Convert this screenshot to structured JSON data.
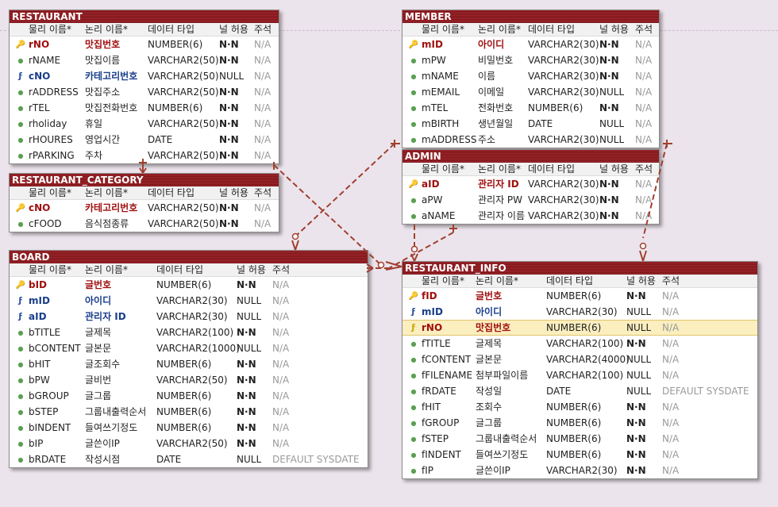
{
  "header_labels": {
    "physical": "물리 이름*",
    "logical": "논리 이름*",
    "type": "데이터 타입",
    "nullable": "널 허용",
    "comment": "주석"
  },
  "tables": [
    {
      "id": "restaurant",
      "name": "RESTAURANT",
      "rows": [
        [
          "pk",
          "rNO",
          "맛집번호",
          "NUMBER(6)",
          "N·N",
          "N/A"
        ],
        [
          "col",
          "rNAME",
          "맛집이름",
          "VARCHAR2(50)",
          "N·N",
          "N/A"
        ],
        [
          "fk",
          "cNO",
          "카테고리번호",
          "VARCHAR2(50)",
          "NULL",
          "N/A"
        ],
        [
          "col",
          "rADDRESS",
          "맛집주소",
          "VARCHAR2(50)",
          "N·N",
          "N/A"
        ],
        [
          "col",
          "rTEL",
          "맛집전화번호",
          "NUMBER(6)",
          "N·N",
          "N/A"
        ],
        [
          "col",
          "rholiday",
          "휴일",
          "VARCHAR2(50)",
          "N·N",
          "N/A"
        ],
        [
          "col",
          "rHOURES",
          "영업시간",
          "DATE",
          "N·N",
          "N/A"
        ],
        [
          "col",
          "rPARKING",
          "주차",
          "VARCHAR2(50)",
          "N·N",
          "N/A"
        ]
      ]
    },
    {
      "id": "restaurant-category",
      "name": "RESTAURANT_CATEGORY",
      "rows": [
        [
          "pk",
          "cNO",
          "카테고리번호",
          "VARCHAR2(50)",
          "N·N",
          "N/A"
        ],
        [
          "col",
          "cFOOD",
          "음식점종류",
          "VARCHAR2(50)",
          "N·N",
          "N/A"
        ]
      ]
    },
    {
      "id": "member",
      "name": "MEMBER",
      "rows": [
        [
          "pk",
          "mID",
          "아이디",
          "VARCHAR2(30)",
          "N·N",
          "N/A"
        ],
        [
          "col",
          "mPW",
          "비밀번호",
          "VARCHAR2(30)",
          "N·N",
          "N/A"
        ],
        [
          "col",
          "mNAME",
          "이름",
          "VARCHAR2(30)",
          "N·N",
          "N/A"
        ],
        [
          "col",
          "mEMAIL",
          "이메일",
          "VARCHAR2(30)",
          "NULL",
          "N/A"
        ],
        [
          "col",
          "mTEL",
          "전화번호",
          "NUMBER(6)",
          "N·N",
          "N/A"
        ],
        [
          "col",
          "mBIRTH",
          "생년월일",
          "DATE",
          "NULL",
          "N/A"
        ],
        [
          "col",
          "mADDRESS",
          "주소",
          "VARCHAR2(30)",
          "NULL",
          "N/A"
        ]
      ]
    },
    {
      "id": "admin",
      "name": "ADMIN",
      "rows": [
        [
          "pk",
          "aID",
          "관리자 ID",
          "VARCHAR2(30)",
          "N·N",
          "N/A"
        ],
        [
          "col",
          "aPW",
          "관리자 PW",
          "VARCHAR2(30)",
          "N·N",
          "N/A"
        ],
        [
          "col",
          "aNAME",
          "관리자 이름",
          "VARCHAR2(30)",
          "N·N",
          "N/A"
        ]
      ]
    },
    {
      "id": "board",
      "name": "BOARD",
      "rows": [
        [
          "pk",
          "bID",
          "글번호",
          "NUMBER(6)",
          "N·N",
          "N/A"
        ],
        [
          "fk",
          "mID",
          "아이디",
          "VARCHAR2(30)",
          "NULL",
          "N/A"
        ],
        [
          "fk",
          "aID",
          "관리자 ID",
          "VARCHAR2(30)",
          "NULL",
          "N/A"
        ],
        [
          "col",
          "bTITLE",
          "글제목",
          "VARCHAR2(100)",
          "N·N",
          "N/A"
        ],
        [
          "col",
          "bCONTENT",
          "글본문",
          "VARCHAR2(1000)",
          "NULL",
          "N/A"
        ],
        [
          "col",
          "bHIT",
          "글조회수",
          "NUMBER(6)",
          "N·N",
          "N/A"
        ],
        [
          "col",
          "bPW",
          "글비번",
          "VARCHAR2(50)",
          "N·N",
          "N/A"
        ],
        [
          "col",
          "bGROUP",
          "글그룹",
          "NUMBER(6)",
          "N·N",
          "N/A"
        ],
        [
          "col",
          "bSTEP",
          "그룹내출력순서",
          "NUMBER(6)",
          "N·N",
          "N/A"
        ],
        [
          "col",
          "bINDENT",
          "들여쓰기정도",
          "NUMBER(6)",
          "N·N",
          "N/A"
        ],
        [
          "col",
          "bIP",
          "글쓴이IP",
          "VARCHAR2(50)",
          "N·N",
          "N/A"
        ],
        [
          "col",
          "bRDATE",
          "작성시점",
          "DATE",
          "NULL",
          "DEFAULT SYSDATE"
        ]
      ]
    },
    {
      "id": "restaurant-info",
      "name": "RESTAURANT_INFO",
      "rows": [
        [
          "pk",
          "fID",
          "글번호",
          "NUMBER(6)",
          "N·N",
          "N/A"
        ],
        [
          "fk",
          "mID",
          "아이디",
          "VARCHAR2(30)",
          "NULL",
          "N/A"
        ],
        [
          "pfk",
          "rNO",
          "맛집번호",
          "NUMBER(6)",
          "NULL",
          "N/A"
        ],
        [
          "col",
          "fTITLE",
          "글제목",
          "VARCHAR2(100)",
          "N·N",
          "N/A"
        ],
        [
          "col",
          "fCONTENT",
          "글본문",
          "VARCHAR2(4000)",
          "NULL",
          "N/A"
        ],
        [
          "col",
          "fFILENAME",
          "첨부파일이름",
          "VARCHAR2(100)",
          "NULL",
          "N/A"
        ],
        [
          "col",
          "fRDATE",
          "작성일",
          "DATE",
          "NULL",
          "DEFAULT SYSDATE"
        ],
        [
          "col",
          "fHIT",
          "조회수",
          "NUMBER(6)",
          "N·N",
          "N/A"
        ],
        [
          "col",
          "fGROUP",
          "글그룹",
          "NUMBER(6)",
          "N·N",
          "N/A"
        ],
        [
          "col",
          "fSTEP",
          "그룹내출력순서",
          "NUMBER(6)",
          "N·N",
          "N/A"
        ],
        [
          "col",
          "fINDENT",
          "들여쓰기정도",
          "NUMBER(6)",
          "N·N",
          "N/A"
        ],
        [
          "col",
          "fIP",
          "글쓴이IP",
          "VARCHAR2(30)",
          "N·N",
          "N/A"
        ]
      ]
    }
  ],
  "colors": {
    "relationship": "#a04030",
    "title_bar": "#8a1a1f",
    "selected_row": "#fbeebf"
  }
}
